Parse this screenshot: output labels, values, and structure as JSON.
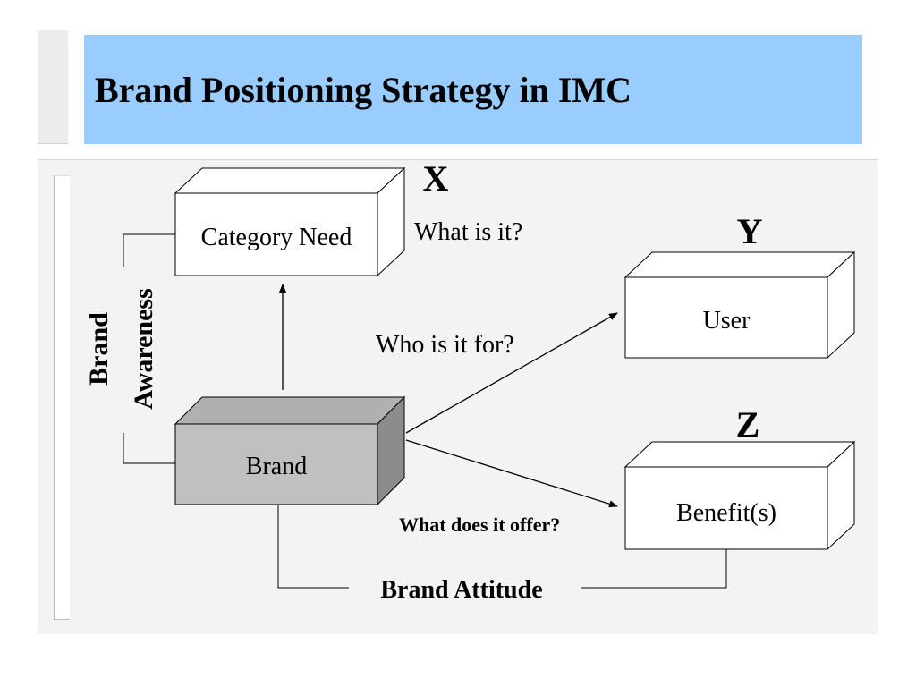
{
  "slide": {
    "title": "Brand Positioning Strategy in IMC"
  },
  "diagram": {
    "boxes": {
      "category_need": "Category Need",
      "user": "User",
      "brand": "Brand",
      "benefits": "Benefit(s)"
    },
    "markers": {
      "x": "X",
      "y": "Y",
      "z": "Z"
    },
    "questions": {
      "what": "What is it?",
      "who": "Who is it for?",
      "offer": "What does it offer?"
    },
    "bracket_labels": {
      "brand_awareness_line1": "Brand",
      "brand_awareness_line2": "Awareness",
      "brand_attitude": "Brand Attitude"
    }
  }
}
